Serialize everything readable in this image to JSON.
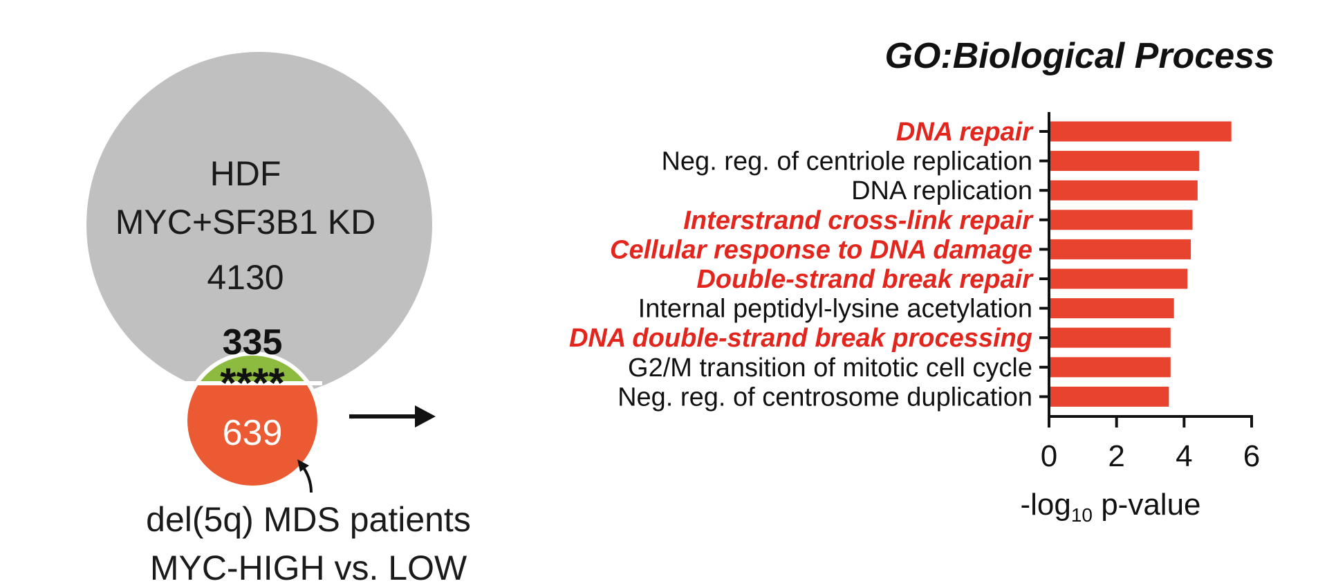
{
  "venn": {
    "large_set_label_line1": "HDF",
    "large_set_label_line2": "MYC+SF3B1 KD",
    "large_set_count": "4130",
    "overlap_count": "335",
    "overlap_significance": "****",
    "small_set_count": "639",
    "small_set_label_line1": "del(5q) MDS patients",
    "small_set_label_line2": "MYC-HIGH vs. LOW",
    "colors": {
      "large_set": "#c0c0c0",
      "overlap": "#8dbb3f",
      "small_set": "#ec5a33"
    }
  },
  "chart_data": {
    "type": "bar",
    "orientation": "horizontal",
    "title": "GO:Biological Process",
    "xlabel_main": "-log",
    "xlabel_sub": "10",
    "xlabel_rest": " p-value",
    "xlim": [
      0,
      6
    ],
    "xticks": [
      "0",
      "2",
      "4",
      "6"
    ],
    "bar_color": "#e8432f",
    "highlight_color": "#e3261d",
    "categories": [
      "DNA repair",
      "Neg. reg. of centriole replication",
      "DNA replication",
      "Interstrand cross-link repair",
      "Cellular response to DNA damage",
      "Double-strand break repair",
      "Internal peptidyl-lysine acetylation",
      "DNA double-strand break processing",
      "G2/M transition of mitotic cell cycle",
      "Neg. reg. of centrosome duplication"
    ],
    "values": [
      5.4,
      4.45,
      4.4,
      4.25,
      4.2,
      4.1,
      3.7,
      3.6,
      3.6,
      3.55
    ],
    "highlighted": [
      true,
      false,
      false,
      true,
      true,
      true,
      false,
      true,
      false,
      false
    ]
  }
}
